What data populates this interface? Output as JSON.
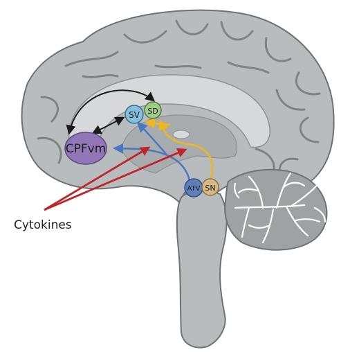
{
  "diagram": {
    "nodes": {
      "cpfvm": {
        "label": "CPFvm",
        "color": "#9277b8"
      },
      "sv": {
        "label": "SV",
        "color": "#86bfda"
      },
      "sd": {
        "label": "SD",
        "color": "#9fca8a"
      },
      "atv": {
        "label": "ATV",
        "color": "#5e7fba"
      },
      "sn": {
        "label": "SN",
        "color": "#d6b986"
      }
    },
    "annotation": {
      "label": "Cytokines",
      "color": "#c0242a"
    },
    "colors": {
      "brain_fill": "#b9bcbe",
      "brain_dark": "#8d9194",
      "brain_outline": "#6e7275",
      "ventricle": "#d6d8d9",
      "cerebellum": "#9ea2a5",
      "black_path": "#1a1a1a",
      "blue_path": "#4a78c0",
      "yellow_path": "#f2b51b",
      "red_arrow": "#c0242a"
    }
  }
}
